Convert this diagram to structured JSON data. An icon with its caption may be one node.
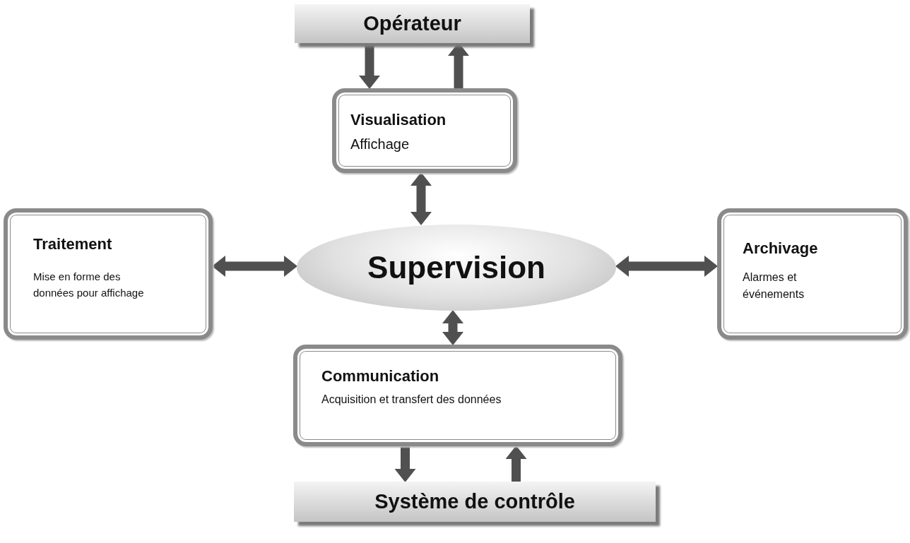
{
  "diagram": {
    "nodes": [
      {
        "text": [
          "Opérateur"
        ]
      },
      {
        "text": [
          "Visualisation",
          "Affichage"
        ]
      },
      {
        "text": [
          "Traitement",
          "Mise en forme des données pour affichage"
        ]
      },
      {
        "text": [
          "Supervision"
        ]
      },
      {
        "text": [
          "Archivage",
          "Alarmes et événements"
        ]
      },
      {
        "text": [
          "Communication",
          "Acquisition et transfert des données"
        ]
      },
      {
        "text": [
          "Système de contrôle"
        ]
      }
    ],
    "edges": [
      {
        "from": 0,
        "to": 1,
        "arrow": "to"
      },
      {
        "from": 1,
        "to": 0,
        "arrow": "to"
      },
      {
        "from": 1,
        "to": 3,
        "arrow": "both"
      },
      {
        "from": 2,
        "to": 3,
        "arrow": "both"
      },
      {
        "from": 3,
        "to": 4,
        "arrow": "both"
      },
      {
        "from": 3,
        "to": 5,
        "arrow": "both"
      },
      {
        "from": 5,
        "to": 6,
        "arrow": "to"
      },
      {
        "from": 6,
        "to": 5,
        "arrow": "to"
      }
    ]
  }
}
